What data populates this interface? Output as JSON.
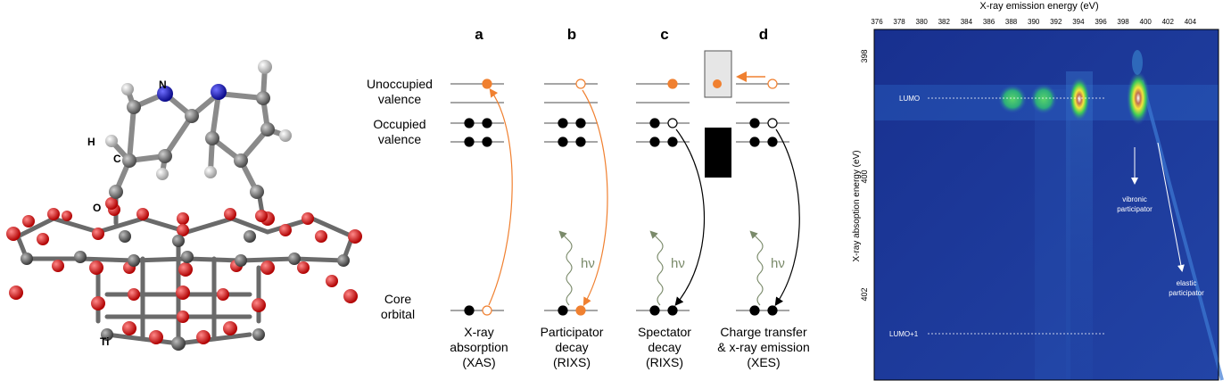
{
  "molecule": {
    "atom_labels": {
      "N": "N",
      "H": "H",
      "C": "C",
      "O": "O",
      "Ti": "Ti"
    },
    "colors": {
      "titanium": "#555555",
      "oxygen": "#e00000",
      "nitrogen": "#1111cc",
      "hydrogen": "#e8e8e8",
      "carbon": "#7a7a7a"
    }
  },
  "scheme": {
    "panels": [
      {
        "letter": "a",
        "caption": [
          "X-ray",
          "absorption",
          "(XAS)"
        ]
      },
      {
        "letter": "b",
        "caption": [
          "Participator",
          "decay",
          "(RIXS)"
        ]
      },
      {
        "letter": "c",
        "caption": [
          "Spectator",
          "decay",
          "(RIXS)"
        ]
      },
      {
        "letter": "d",
        "caption": [
          "Charge transfer",
          "& x-ray emission",
          "(XES)"
        ]
      }
    ],
    "levels": {
      "unoccupied": [
        "Unoccupied",
        "valence"
      ],
      "occupied": [
        "Occupied",
        "valence"
      ],
      "core": [
        "Core",
        "orbital"
      ]
    },
    "photon_label": "hν",
    "colors": {
      "electron": "#f08030",
      "filled": "#000000",
      "photon": "#7a8a6a",
      "line": "#888888"
    }
  },
  "rixs_map": {
    "top_axis_label": "X-ray emission energy (eV)",
    "x_ticks": [
      "376",
      "378",
      "380",
      "382",
      "384",
      "386",
      "388",
      "390",
      "392",
      "394",
      "396",
      "398",
      "400",
      "402",
      "404"
    ],
    "y_axis_label": "X-ray absoption energy (eV)",
    "y_ticks": [
      "398",
      "400",
      "402"
    ],
    "annotations": {
      "lumo": "LUMO",
      "lumo1": "LUMO+1",
      "vibronic": [
        "vibronic",
        "participator"
      ],
      "elastic": [
        "elastic",
        "participator"
      ]
    },
    "colors": {
      "background": "#1d3d9e",
      "hot": "#ffffff"
    }
  }
}
